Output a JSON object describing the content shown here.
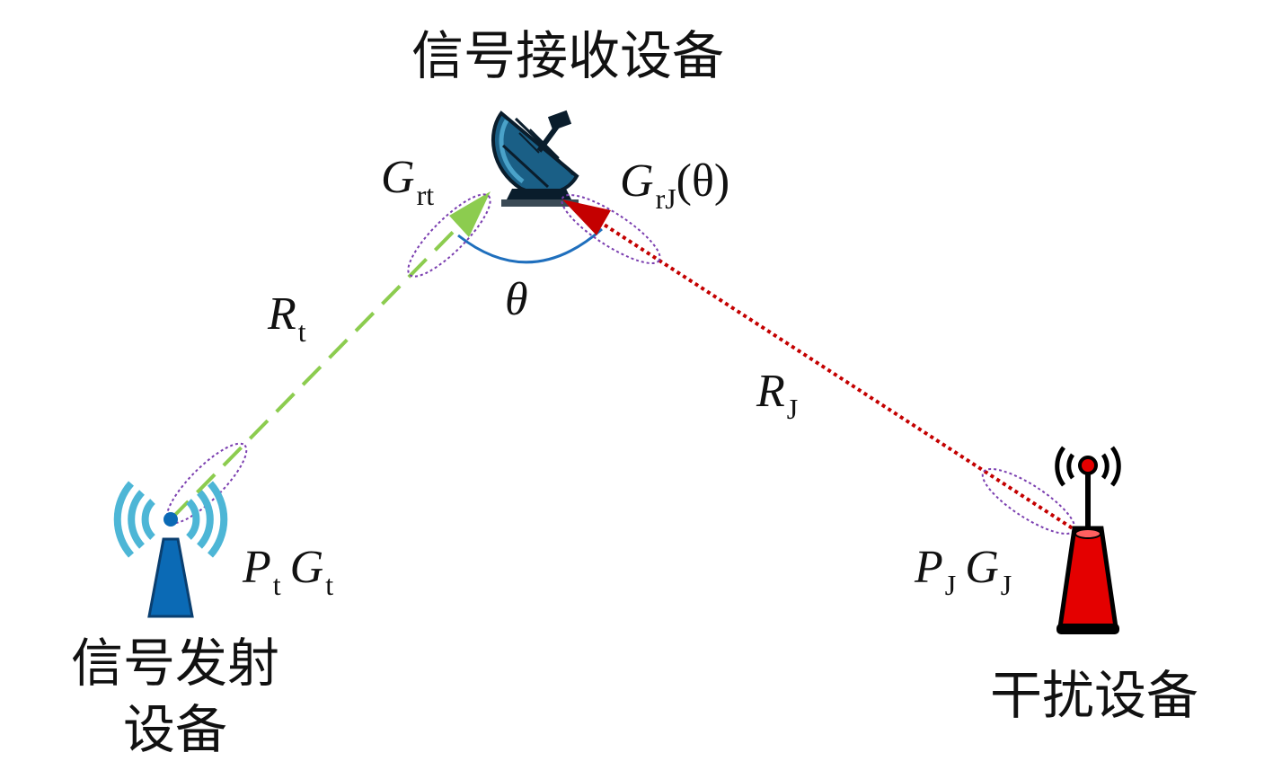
{
  "labels": {
    "receiver": "信号接收设备",
    "transmitter_line1": "信号发射",
    "transmitter_line2": "设备",
    "jammer": "干扰设备"
  },
  "math": {
    "grt_main": "G",
    "grt_sub": "rt",
    "grj_main": "G",
    "grj_sub": "rJ",
    "grj_arg": "(θ)",
    "theta": "θ",
    "rt_main": "R",
    "rt_sub": "t",
    "rj_main": "R",
    "rj_sub": "J",
    "pt_p": "P",
    "pt_p_sub": "t",
    "pt_g": "G",
    "pt_g_sub": "t",
    "pj_p": "P",
    "pj_p_sub": "J",
    "pj_g": "G",
    "pj_g_sub": "J"
  },
  "colors": {
    "transmit_link": "#8ccc4f",
    "jam_link": "#c40000",
    "angle_arc": "#1f6fbd",
    "beam_ellipse": "#7b3fb0",
    "tower_blue": "#0b6ab5",
    "wave_blue": "#4db6d6",
    "jammer_red": "#e40000"
  },
  "icons": {
    "receiver": "satellite-dish-icon",
    "transmitter": "radio-tower-icon",
    "jammer": "jamming-antenna-icon"
  }
}
